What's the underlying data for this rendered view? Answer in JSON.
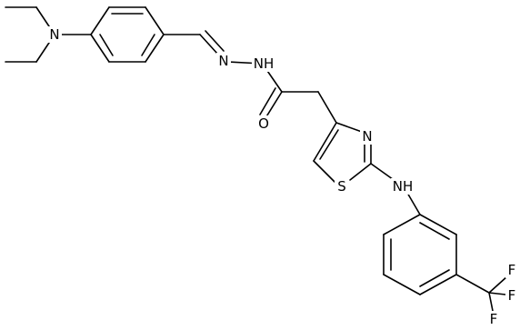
{
  "molecule": {
    "atom_labels": {
      "n_amine": "N",
      "n_imine": "N",
      "nh_hydrazide": "NH",
      "o_carbonyl": "O",
      "n_thiazole": "N",
      "s_thiazole": "S",
      "nh_aniline": "NH",
      "f1": "F",
      "f2": "F",
      "f3": "F"
    }
  }
}
